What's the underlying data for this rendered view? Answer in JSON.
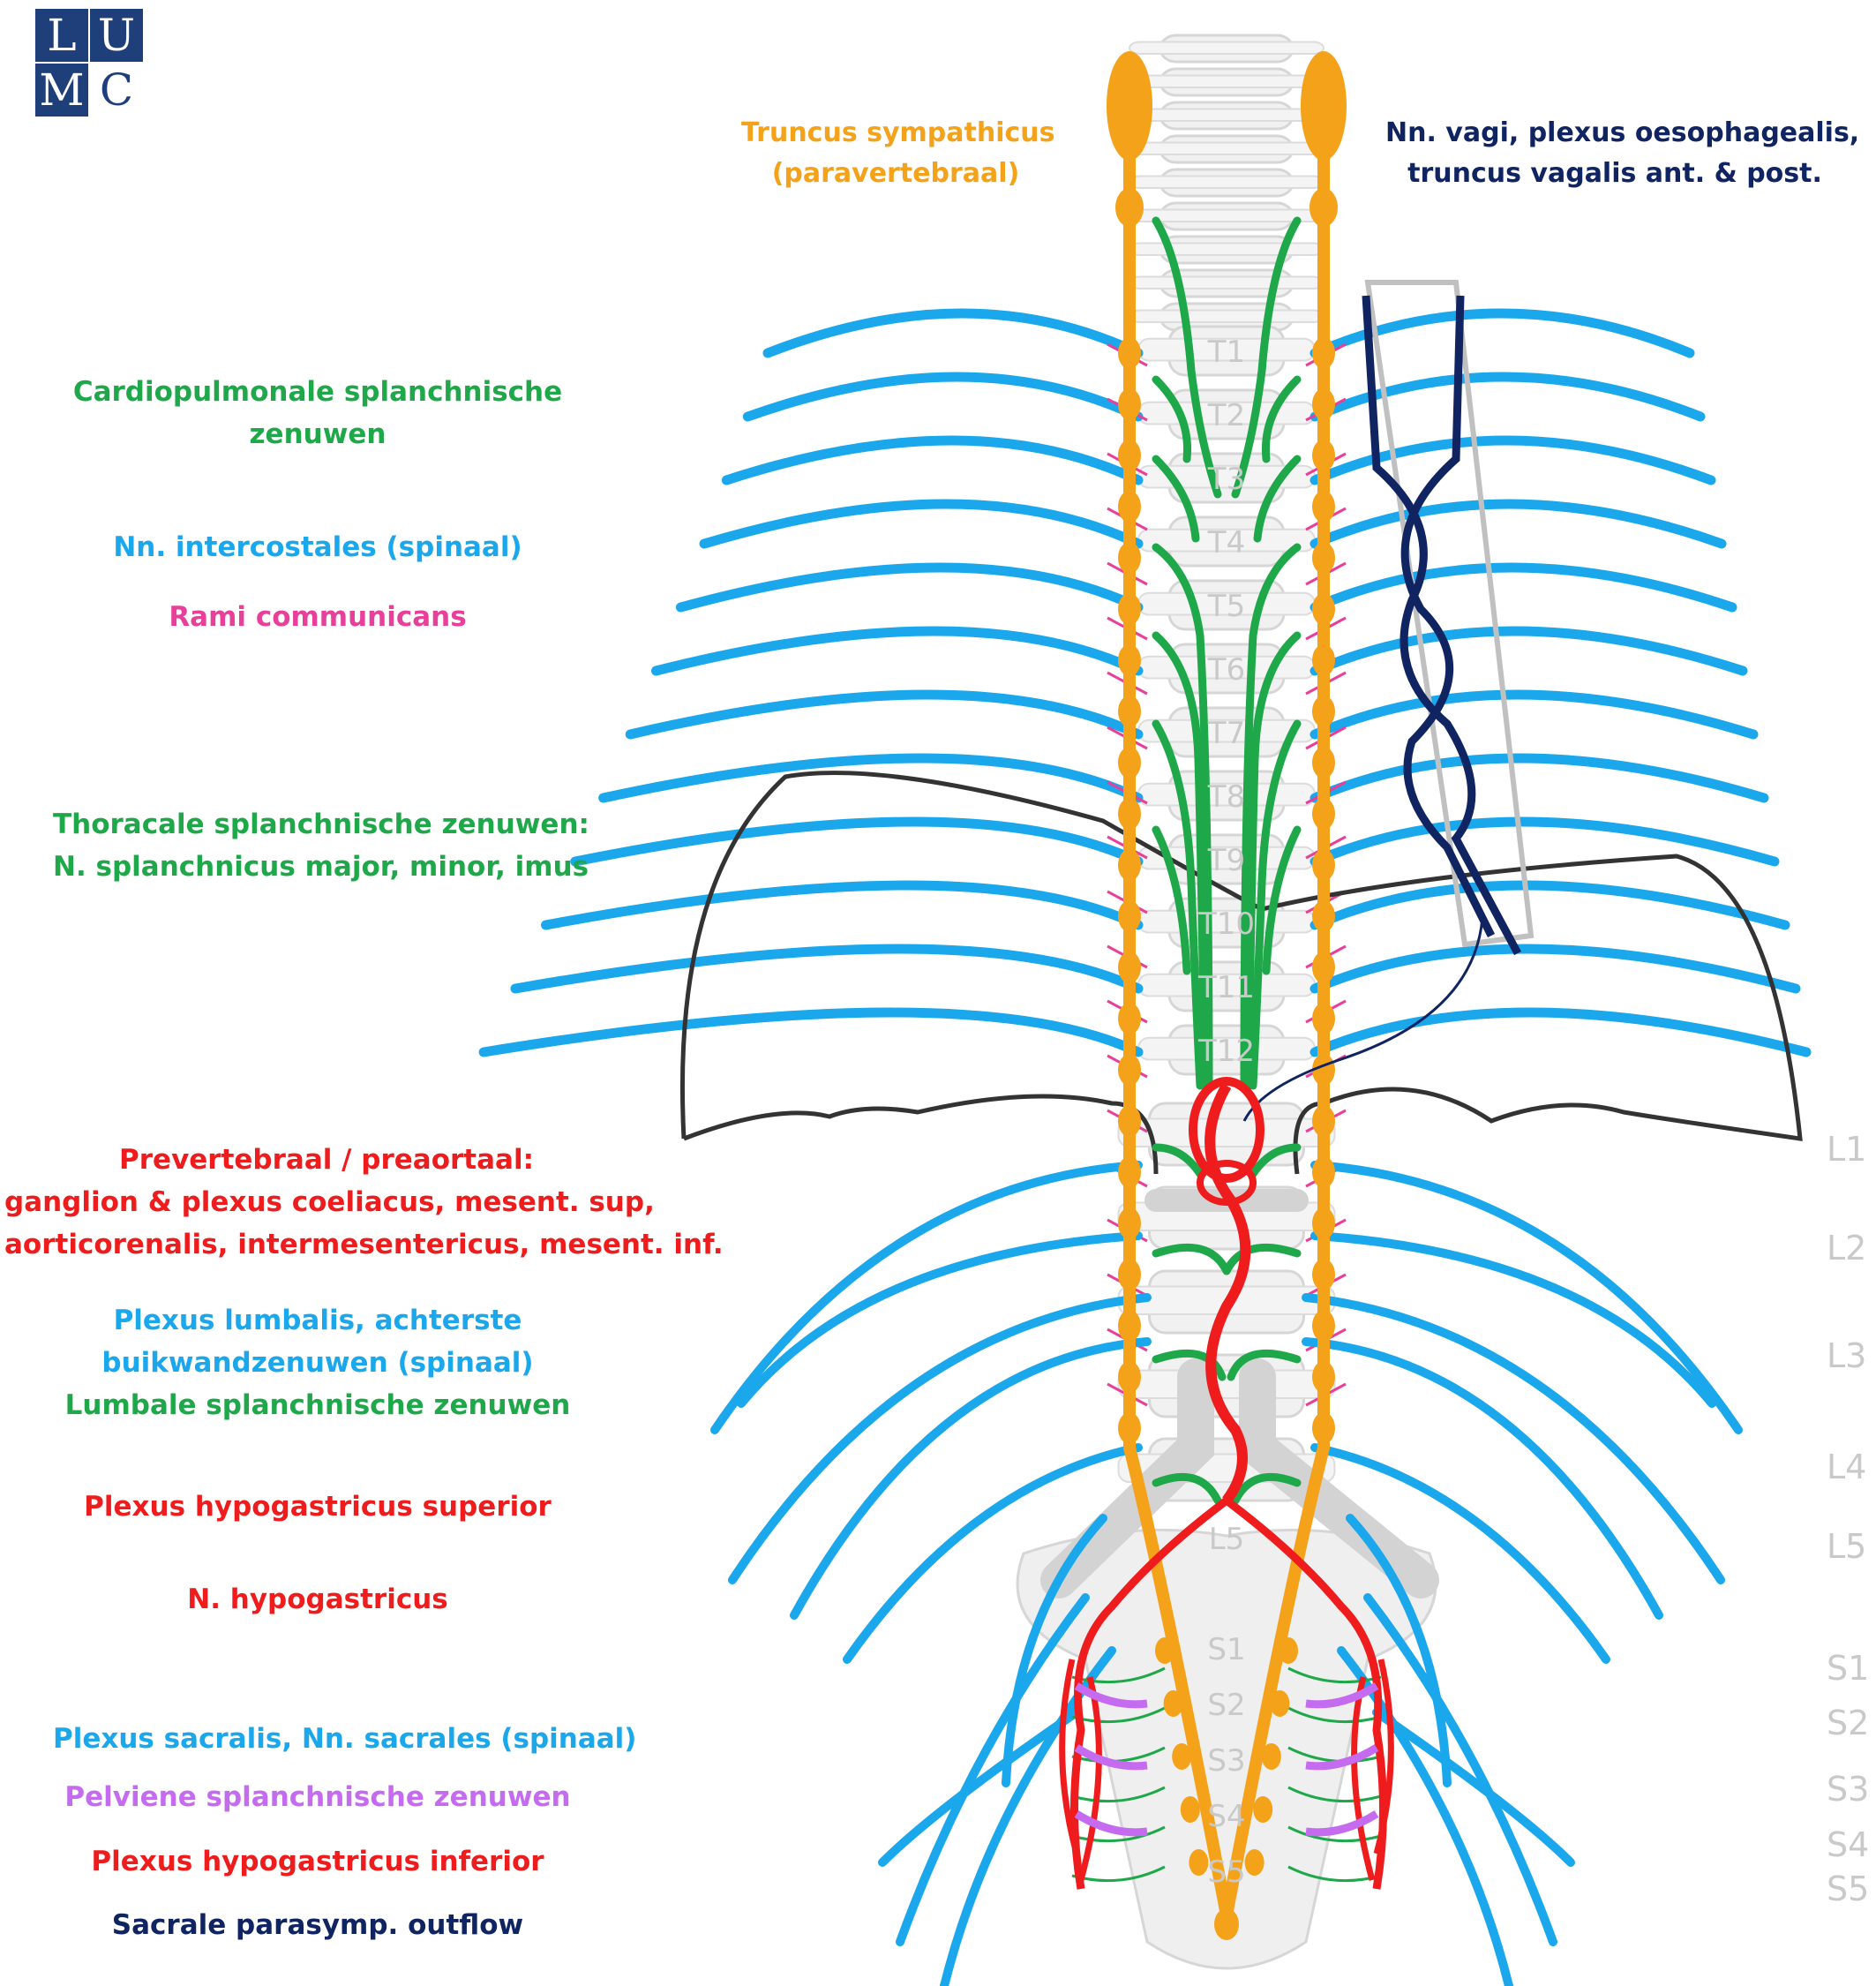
{
  "logo": {
    "letters": [
      "L",
      "U",
      "M",
      "C"
    ],
    "color": "#1f3f7a"
  },
  "colors": {
    "sympathetic_trunk": "#f5a21b",
    "splanchnic": "#1fa84a",
    "spinal": "#1aa7ec",
    "rami": "#e8409a",
    "prevertebral": "#ee1c1c",
    "pelvic_splanchnic": "#c46bf0",
    "vagus": "#0f2461",
    "diaphragm": "#333333",
    "level_labels": "#c9c9c9"
  },
  "labels": {
    "truncus": [
      "Truncus sympathicus",
      "(paravertebraal)"
    ],
    "vagi": [
      "Nn. vagi, plexus oesophagealis,",
      "truncus vagalis ant. & post."
    ],
    "cardiopulmonale": [
      "Cardiopulmonale splanchnische",
      "zenuwen"
    ],
    "intercostales": "Nn. intercostales (spinaal)",
    "rami": "Rami communicans",
    "thoracale": [
      "Thoracale splanchnische zenuwen:",
      "N. splanchnicus major, minor, imus"
    ],
    "prevertebraal": [
      "Prevertebraal / preaortaal:",
      "ganglion & plexus coeliacus, mesent. sup,",
      "aorticorenalis, intermesentericus, mesent. inf."
    ],
    "lumbalis": [
      "Plexus lumbalis, achterste",
      "buikwandzenuwen (spinaal)"
    ],
    "lumbale": "Lumbale splanchnische zenuwen",
    "hypo_sup": "Plexus hypogastricus superior",
    "n_hypo": "N. hypogastricus",
    "sacralis": "Plexus sacralis, Nn. sacrales (spinaal)",
    "pelviene": "Pelviene splanchnische zenuwen",
    "hypo_inf": "Plexus hypogastricus inferior",
    "sacrale": "Sacrale parasymp. outflow"
  },
  "vertebra_labels": {
    "thoracic": [
      "T1",
      "T2",
      "T3",
      "T4",
      "T5",
      "T6",
      "T7",
      "T8",
      "T9",
      "T10",
      "T11",
      "T12"
    ],
    "sacral_inner": [
      "S1",
      "S2",
      "S3",
      "S4",
      "S5"
    ],
    "L5_inner": "L5"
  },
  "side_levels": [
    "L1",
    "L2",
    "L3",
    "L4",
    "L5",
    "S1",
    "S2",
    "S3",
    "S4",
    "S5"
  ]
}
